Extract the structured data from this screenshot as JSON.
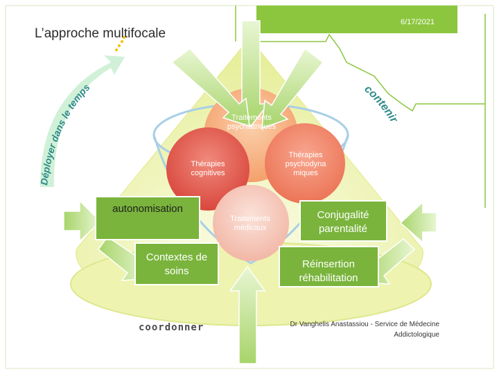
{
  "slide": {
    "title": "L’approche multifocale",
    "date": "6/17/2021",
    "footer": "Dr Vanghelis Anastassiou - Service de Médecine Addictologique"
  },
  "diagram": {
    "curved_left_text": "Déployer dans le temps",
    "curved_right_text": "contenir",
    "circles": {
      "top": "Traitements psychiatriques",
      "left": "Thérapies cognitives",
      "right": "Thérapies psychodyna miques",
      "bottom": "Traitements médicaux"
    },
    "boxes": {
      "autonomisation": "autonomisation",
      "contextes": "Contextes de soins",
      "conjugalite": "Conjugalité parentalité",
      "reinsertion": "Réinsertion réhabilitation"
    },
    "bottom_word": "coordonner"
  },
  "colors": {
    "frame_green": "#8cc63f",
    "box_green": "#7ab43c",
    "cone_light": "#f4f7c9",
    "cone_mid": "#e9f0a7",
    "circle_blue": "#9ec9e8",
    "circle_orange": "#f4a06b",
    "circle_red": "#e2574c",
    "circle_coral": "#ef7e63",
    "circle_peach": "#f6c3b4",
    "arrow_green": "#b8df7e"
  }
}
